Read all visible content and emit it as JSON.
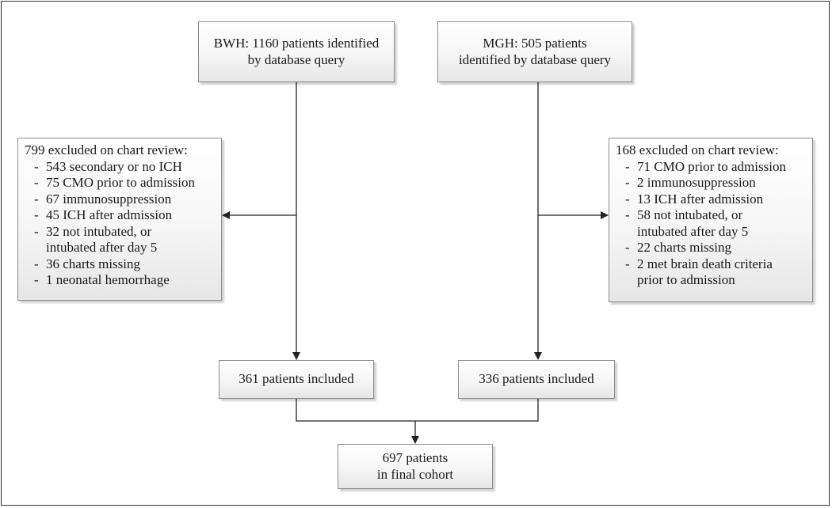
{
  "bwh_box": {
    "lines": [
      "BWH: 1160 patients identified",
      "by database query"
    ]
  },
  "mgh_box": {
    "lines": [
      "MGH: 505 patients",
      "identified by database query"
    ]
  },
  "bwh_exclusions": {
    "title": "799 excluded on chart review:",
    "items": [
      "543 secondary or no ICH",
      "75 CMO prior to admission",
      "67 immunosuppression",
      "45 ICH after admission",
      "32 not intubated, or",
      "intubated after day 5",
      "36 charts missing",
      "1 neonatal hemorrhage"
    ]
  },
  "mgh_exclusions": {
    "title": "168 excluded on chart review:",
    "items": [
      "71 CMO prior to admission",
      "2 immunosuppression",
      "13 ICH after admission",
      "58 not intubated, or",
      "intubated after day 5",
      "22 charts missing",
      "2 met brain death criteria",
      "prior to admission"
    ]
  },
  "bwh_included": {
    "label": "361 patients included"
  },
  "mgh_included": {
    "label": "336 patients included"
  },
  "final_cohort": {
    "lines": [
      "697 patients",
      "in final cohort"
    ]
  }
}
